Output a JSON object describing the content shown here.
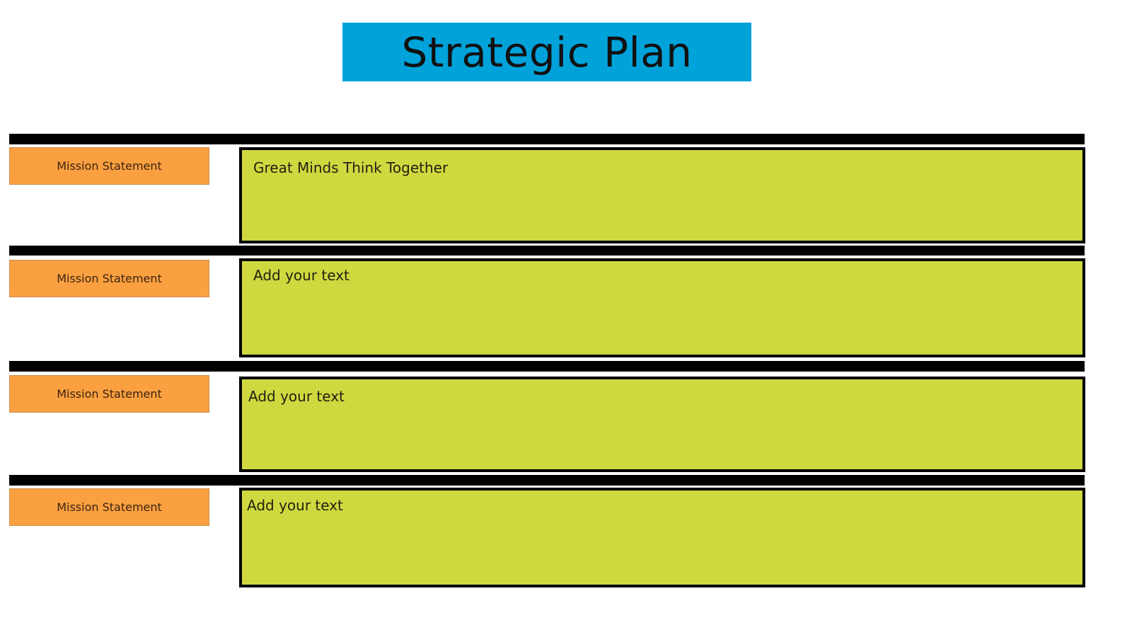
{
  "title": {
    "text": "Strategic Plan",
    "color": "#00A2DA"
  },
  "colors": {
    "separator": "#000000",
    "label_fill": "#FBA040",
    "content_fill": "#CFD83F",
    "content_border": "#000000"
  },
  "rows": [
    {
      "label": "Mission Statement",
      "content": "Great Minds Think Together"
    },
    {
      "label": "Mission Statement",
      "content": "Add your text"
    },
    {
      "label": "Mission Statement",
      "content": "Add your text"
    },
    {
      "label": "Mission Statement",
      "content": "Add your text"
    }
  ]
}
